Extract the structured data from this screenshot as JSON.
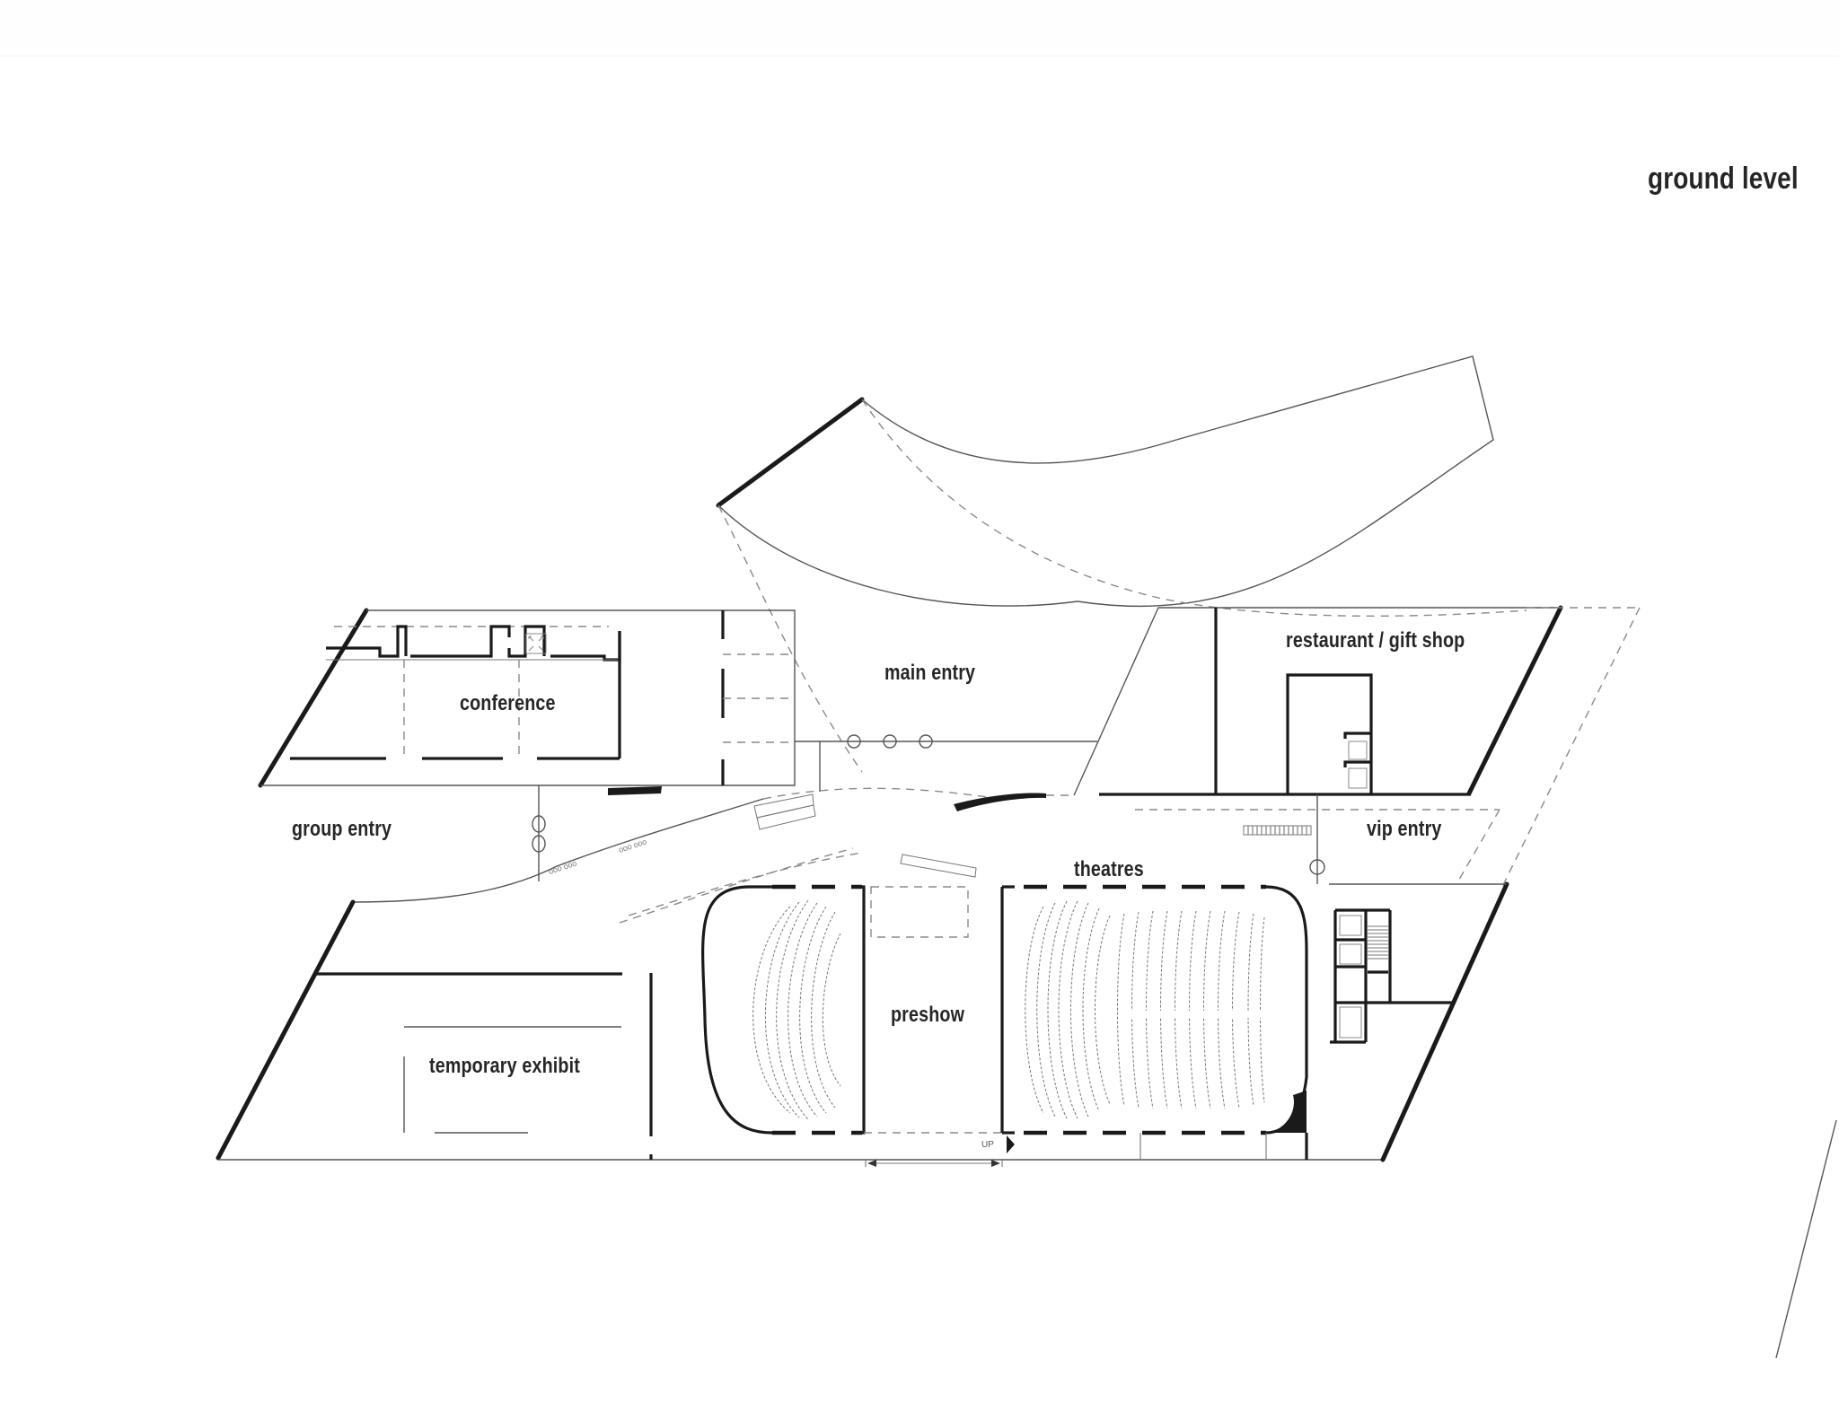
{
  "plan": {
    "title": "ground level",
    "colors": {
      "background": "#ffffff",
      "wall": "#1a1a1a",
      "linework": "#555555",
      "dashed": "#8a8a8a",
      "label": "#262626"
    },
    "rooms": [
      {
        "id": "conference",
        "label": "conference"
      },
      {
        "id": "main-entry",
        "label": "main entry"
      },
      {
        "id": "restaurant-gift-shop",
        "label": "restaurant / gift shop"
      },
      {
        "id": "group-entry",
        "label": "group entry"
      },
      {
        "id": "vip-entry",
        "label": "vip entry"
      },
      {
        "id": "theatres",
        "label": "theatres"
      },
      {
        "id": "preshow",
        "label": "preshow"
      },
      {
        "id": "temporary-exhibit",
        "label": "temporary exhibit"
      }
    ],
    "annotations": {
      "stair_up": "UP"
    }
  }
}
